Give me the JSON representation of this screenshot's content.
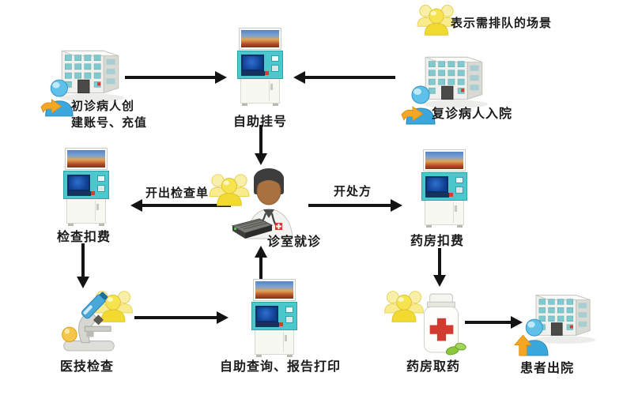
{
  "legend": {
    "label": "表示需排队的场景"
  },
  "nodes": {
    "first_visit": {
      "line1": "初诊病人创",
      "line2": "建账号、充值"
    },
    "self_registration": {
      "label": "自助挂号"
    },
    "return_visit": {
      "label": "复诊病人入院"
    },
    "exam_fee": {
      "label": "检查扣费"
    },
    "clinic_visit": {
      "label": "诊室就诊"
    },
    "pharmacy_fee": {
      "label": "药房扣费"
    },
    "medical_exam": {
      "label": "医技检查"
    },
    "self_query_print": {
      "label": "自助查询、报告打印"
    },
    "pharmacy_pickup": {
      "label": "药房取药"
    },
    "patient_discharge": {
      "label": "患者出院"
    }
  },
  "edge_labels": {
    "issue_exam_order": "开出检查单",
    "issue_prescription": "开处方"
  },
  "colors": {
    "arrow": "#141414",
    "kiosk_panel": "#4cc7cb",
    "kiosk_screen": "#0e3e8e",
    "queue_icon_yellow": "#f2da30",
    "patient_icon_blue": "#3aa8dd",
    "building_window_teal": "#7fc9cf",
    "cross_red": "#d23b2f",
    "pill_green": "#8cc63f"
  }
}
